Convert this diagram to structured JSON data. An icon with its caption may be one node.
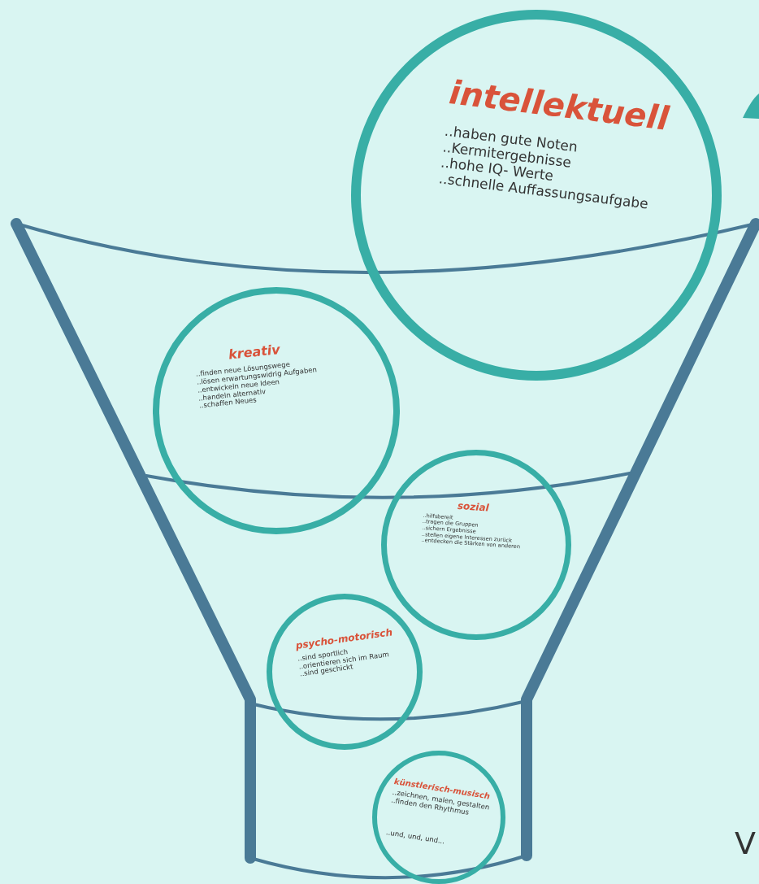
{
  "diagram": {
    "nodes": [
      {
        "text": [
          "intellektuell",
          "..haben gute Noten",
          "..Kermitergebnisse",
          "..hohe IQ- Werte",
          "..schnelle Auffassungsaufgabe"
        ]
      },
      {
        "text": [
          "kreativ",
          "..finden neue Lösungswege",
          "..lösen erwartungswidrig Aufgaben",
          "..entwickeln neue Ideen",
          "..handeln alternativ",
          "..schaffen Neues"
        ]
      },
      {
        "text": [
          "sozial",
          "..hilfsbereit",
          "..tragen die Gruppen",
          "..sichern Ergebnisse",
          "..stellen eigene Interessen zurück",
          "..entdecken die Stärken von anderen"
        ]
      },
      {
        "text": [
          "psycho-motorisch",
          "..sind sportlich",
          "..orientieren sich im Raum",
          "..sind geschickt"
        ]
      },
      {
        "text": [
          "künstlerisch-musisch",
          "..zeichnen, malen, gestalten",
          "..finden den Rhythmus",
          "..und, und, und..."
        ]
      }
    ],
    "labels": [
      "V"
    ]
  }
}
